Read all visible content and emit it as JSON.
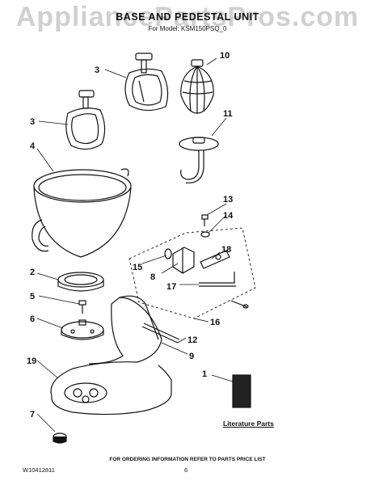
{
  "watermark": "AppliancePartsPros.com",
  "header": {
    "title": "BASE AND PEDESTAL UNIT",
    "subtitle": "For Model: KSM150PSQ_0"
  },
  "callouts": [
    "1",
    "2",
    "3",
    "3",
    "4",
    "5",
    "6",
    "7",
    "8",
    "9",
    "10",
    "11",
    "12",
    "13",
    "14",
    "15",
    "16",
    "17",
    "18",
    "19"
  ],
  "literature_label": "Literature Parts",
  "footer": {
    "ordering_note": "FOR ORDERING INFORMATION REFER TO PARTS PRICE LIST",
    "doc_number": "W10412811",
    "page_number": "6"
  },
  "colors": {
    "ink": "#111111",
    "watermark": "#aaaaaa",
    "background": "#ffffff"
  }
}
